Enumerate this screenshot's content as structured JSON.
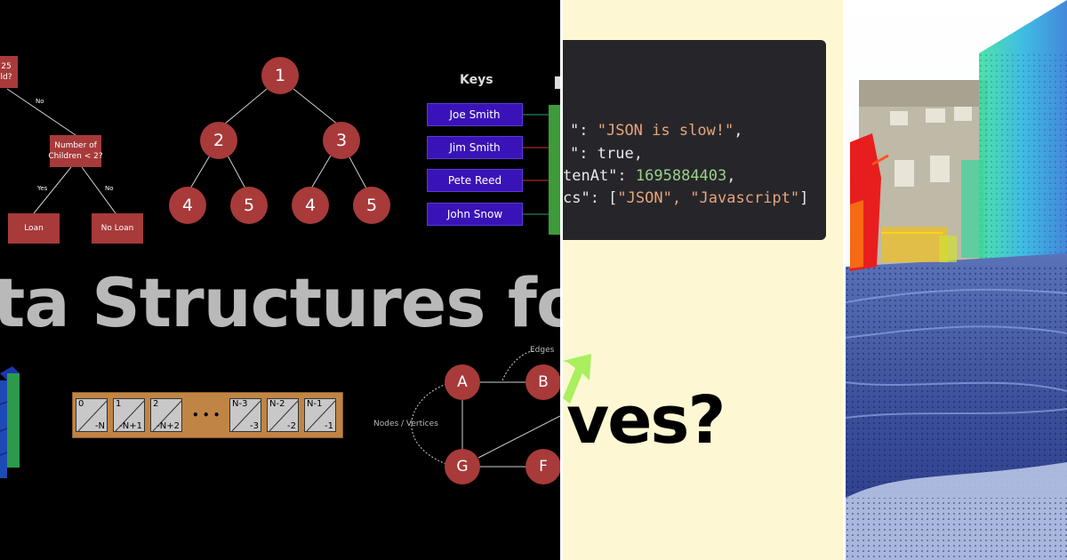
{
  "decision_tree": {
    "q1_text": "25\nld?",
    "no_label_1": "No",
    "q2_text": "Number of\nChildren < 2?",
    "yes_label": "Yes",
    "no_label_2": "No",
    "leaf_loan": "Loan",
    "leaf_no_loan": "No Loan"
  },
  "binary_tree": {
    "nodes": [
      "1",
      "2",
      "3",
      "4",
      "5",
      "4",
      "5"
    ]
  },
  "hash_table": {
    "keys_title": "Keys",
    "keys": [
      "Joe Smith",
      "Jim Smith",
      "Pete Reed",
      "John Snow"
    ]
  },
  "headline": "ta Structures for",
  "array": {
    "cells": [
      {
        "top": "0",
        "bottom": "-N"
      },
      {
        "top": "1",
        "bottom": "-N+1"
      },
      {
        "top": "2",
        "bottom": "-N+2"
      },
      {
        "top": "N-3",
        "bottom": "-3"
      },
      {
        "top": "N-2",
        "bottom": "-2"
      },
      {
        "top": "N-1",
        "bottom": "-1"
      }
    ],
    "ellipsis": "• • •"
  },
  "graph": {
    "nodes": [
      "A",
      "B",
      "G",
      "F"
    ],
    "edges_label": "Edges",
    "vertices_label": "Nodes / Vertices"
  },
  "code": {
    "lines": [
      {
        "key": "\":",
        "value": "\"JSON is slow!\"",
        "tail": ",",
        "kind": "str"
      },
      {
        "key": "\":",
        "value": "true",
        "tail": ",",
        "kind": "plain"
      },
      {
        "key": "tenAt\":",
        "value": "1695884403",
        "tail": ",",
        "kind": "num"
      },
      {
        "key": "cs\": [",
        "value": "\"JSON\", \"Javascript\"",
        "tail": "]",
        "kind": "str"
      }
    ]
  },
  "tagline": "ves?",
  "colors": {
    "node_red": "#a83a3a",
    "key_purple": "#3a13b8",
    "cream": "#fdf8d3",
    "code_bg": "#26262a",
    "green_accent": "#a9ef5e"
  }
}
